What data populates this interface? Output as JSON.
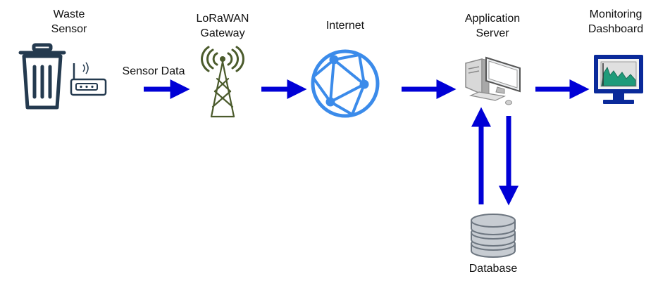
{
  "labels": {
    "waste_sensor": [
      "Waste",
      "Sensor"
    ],
    "gateway": [
      "LoRaWAN",
      "Gateway"
    ],
    "internet": "Internet",
    "app_server": [
      "Application",
      "Server"
    ],
    "dashboard": [
      "Monitoring",
      "Dashboard"
    ],
    "database": "Database",
    "edge_sensor_data": "Sensor Data"
  },
  "colors": {
    "arrow": "#0000d6",
    "bin": "#243a4f",
    "tower": "#4b5b2c",
    "globe": "#3b8bea",
    "server": "#8a8a8a",
    "monitor": "#0a2a9a",
    "database": "#9aa0a8"
  },
  "icons": {
    "waste_sensor": "trash-bin-icon",
    "sensor_device": "sensor-device-icon",
    "gateway": "radio-tower-icon",
    "internet": "globe-network-icon",
    "app_server": "desktop-computer-icon",
    "dashboard": "monitor-chart-icon",
    "database": "database-cylinder-icon"
  }
}
